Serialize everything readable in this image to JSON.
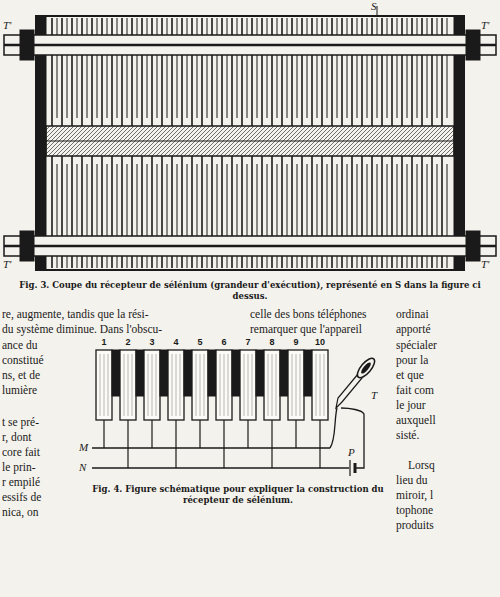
{
  "diagram": {
    "labels": [
      "S",
      "T'",
      "T'",
      "T'",
      "T'",
      "Fig. 3. Coupe du récepteur de sélénium (grandeur d'exécution), représenté en S dans la figure ci dessus.",
      "re, augmente, tandis que la rési-",
      "du système diminue. Dans l'obscu-",
      "celle des bons téléphones",
      "remarquer que l'appareil",
      "ordinai",
      "apporté",
      "ance du",
      "constitué",
      "ns, et de",
      "lumière",
      "t se pré-",
      "r, dont",
      "core fait",
      "le prin-",
      "r empilé",
      "essifs de",
      "nica, on",
      "spécialer",
      "pour la",
      "et que",
      "fait com",
      "le jour",
      "auxquell",
      "sisté.",
      "Lorsq",
      "lieu du",
      "miroir, l",
      "tophone",
      "produits",
      "1",
      "2",
      "3",
      "4",
      "5",
      "6",
      "7",
      "8",
      "9",
      "10",
      "M",
      "N",
      "T",
      "P",
      "Fig. 4. Figure schématique pour expliquer la construction du récepteur de sélénium."
    ]
  }
}
